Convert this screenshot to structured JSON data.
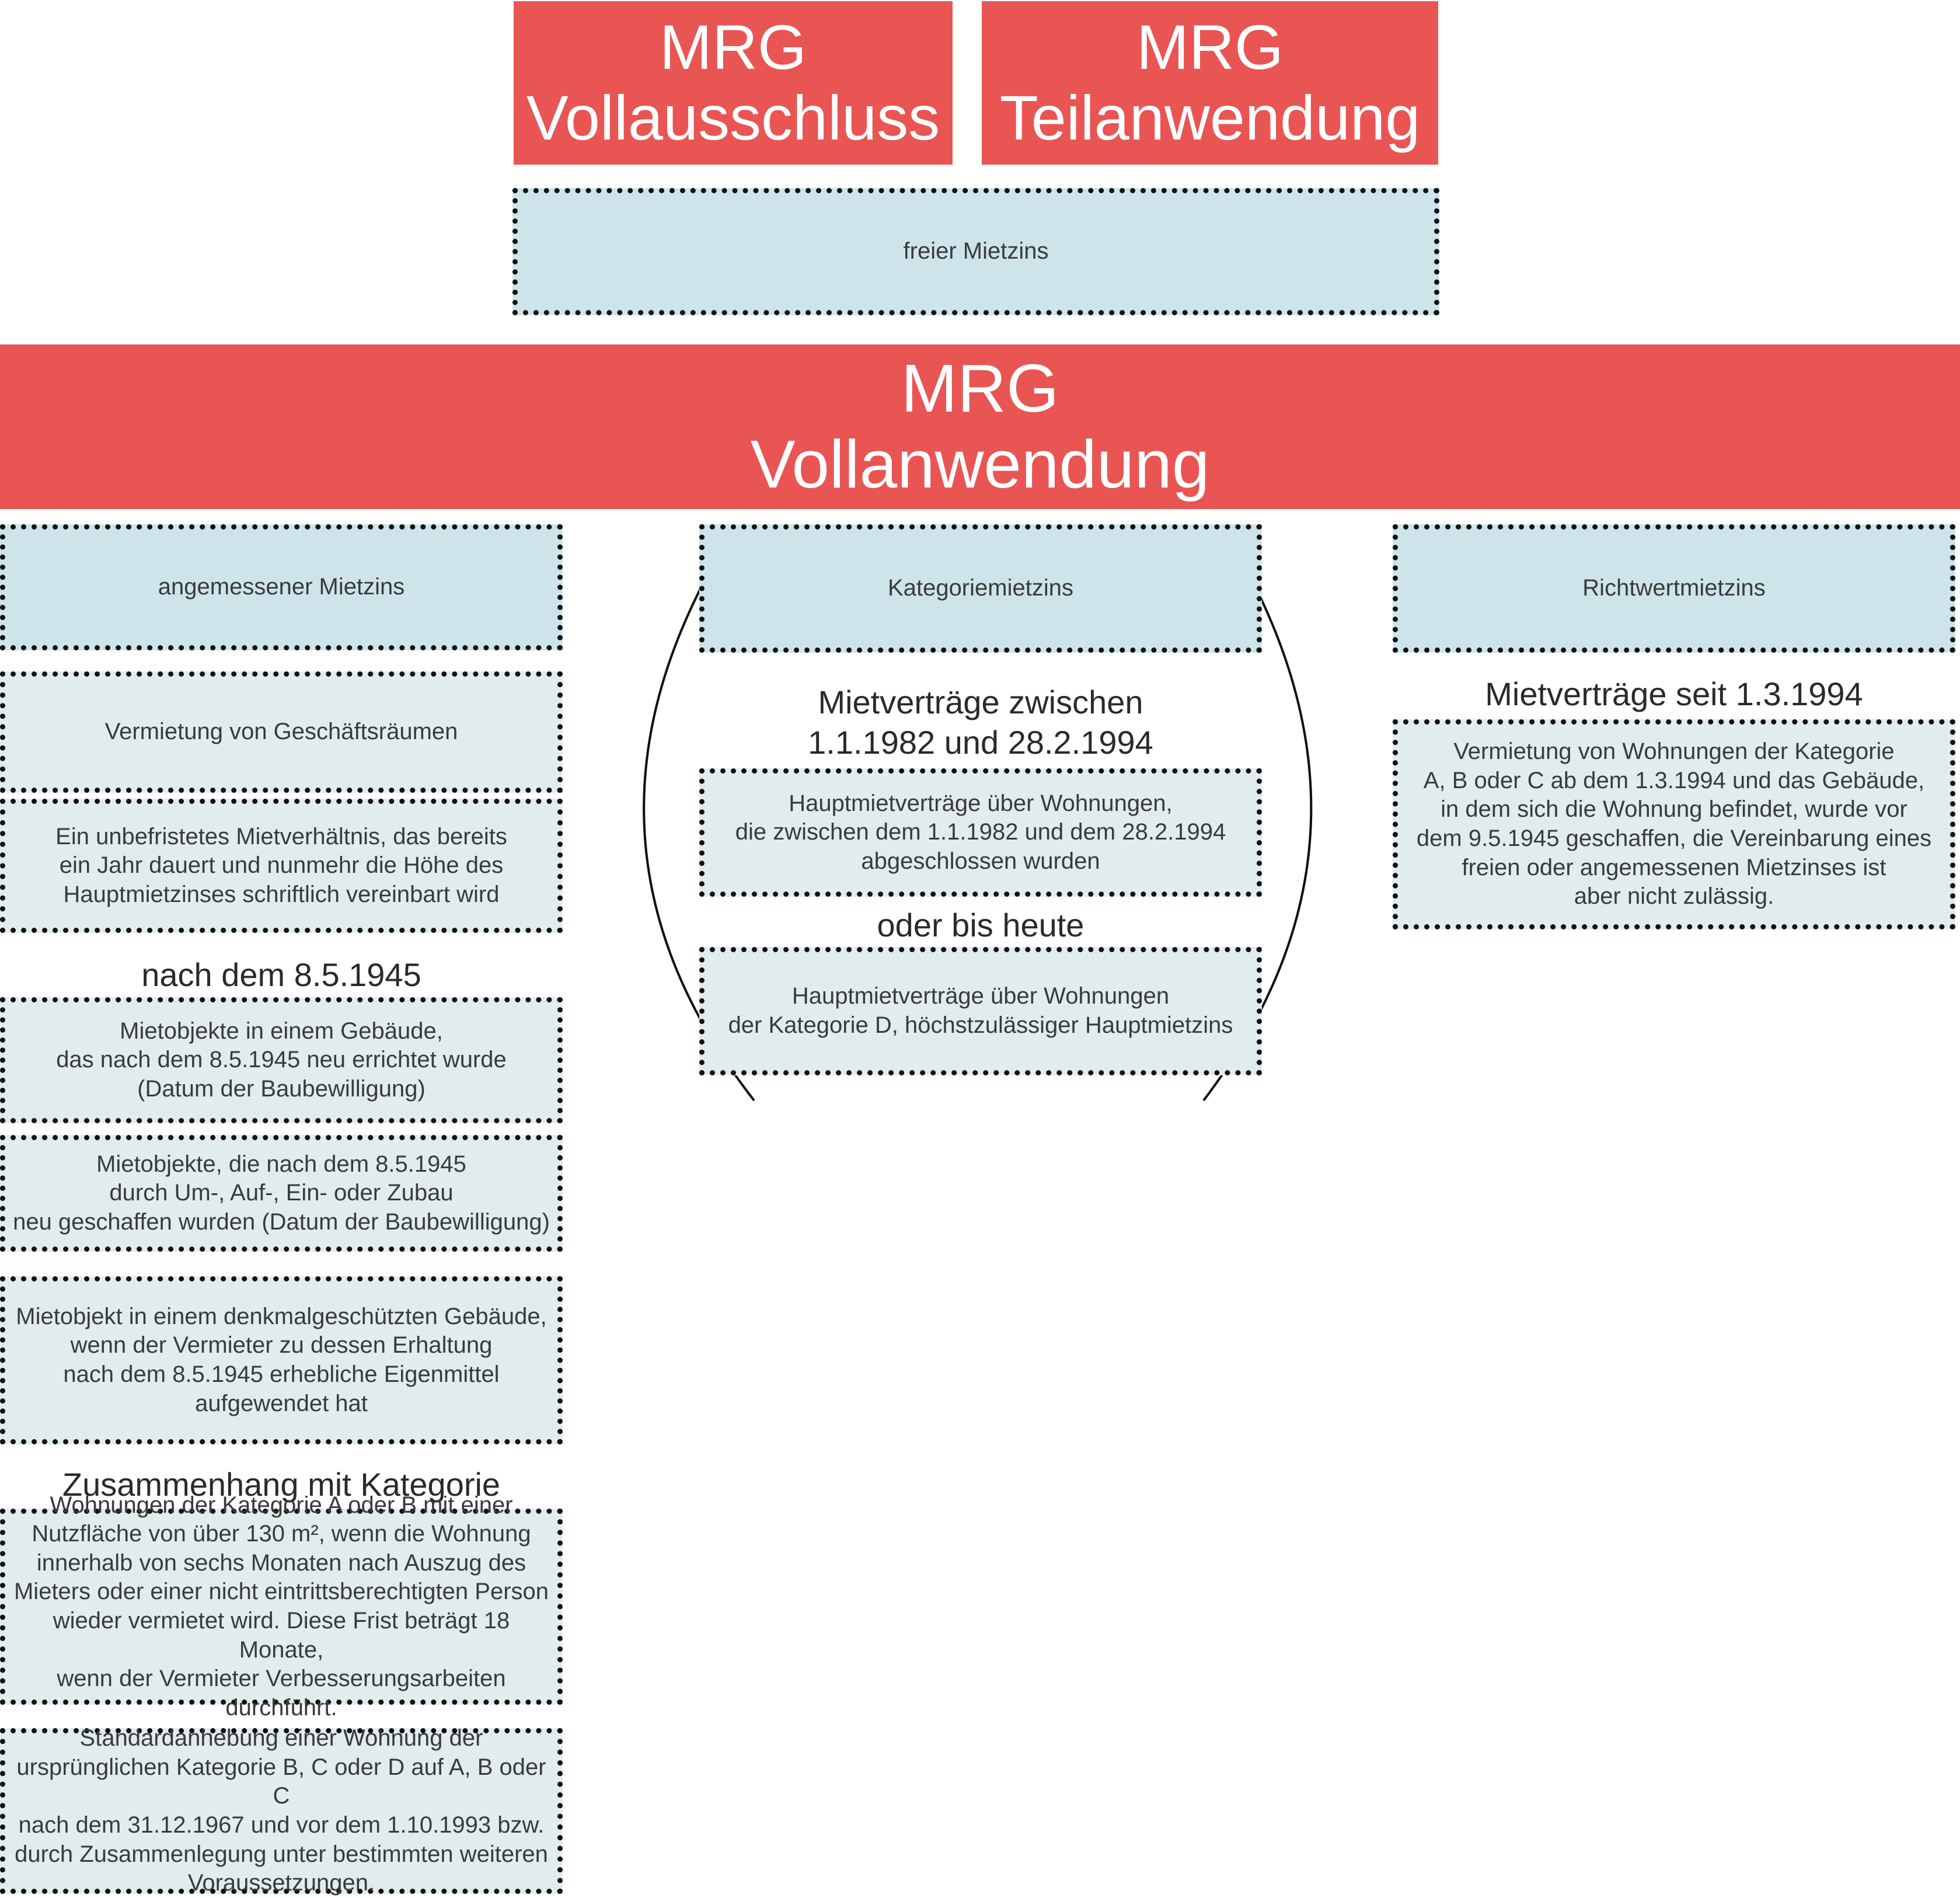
{
  "top_left": {
    "line1": "MRG",
    "line2": "Vollausschluss"
  },
  "top_right": {
    "line1": "MRG",
    "line2": "Teilanwendung"
  },
  "free_rent": "freier Mietzins",
  "main": {
    "line1": "MRG",
    "line2": "Vollanwendung"
  },
  "col_left": {
    "header": "angemessener Mietzins",
    "items": [
      "Vermietung von Geschäftsräumen",
      "Ein unbefristetes Mietverhältnis, das bereits\nein Jahr dauert und nunmehr die Höhe des\nHauptmietzinses schriftlich vereinbart wird"
    ],
    "section1_title": "nach dem 8.5.1945",
    "section1_items": [
      "Mietobjekte in einem Gebäude,\ndas nach dem 8.5.1945 neu errichtet wurde\n(Datum der Baubewilligung)",
      "Mietobjekte, die nach dem 8.5.1945\ndurch Um-, Auf-, Ein- oder Zubau\nneu geschaffen wurden (Datum der Baubewilligung)",
      "Mietobjekt in einem denkmalgeschützten Gebäude,\nwenn der Vermieter zu dessen Erhaltung\nnach dem 8.5.1945 erhebliche Eigenmittel\naufgewendet hat"
    ],
    "section2_title": "Zusammenhang mit Kategorie",
    "section2_items": [
      "Wohnungen der Kategorie A oder B mit einer\nNutzfläche von über 130 m², wenn die Wohnung\ninnerhalb von sechs Monaten nach Auszug des\nMieters oder einer nicht eintrittsberechtigten Person\nwieder vermietet wird. Diese Frist beträgt 18 Monate,\nwenn der Vermieter Verbesserungsarbeiten durchführt.",
      "Standardanhebung einer Wohnung der\nursprünglichen Kategorie B, C oder D auf A, B oder C\nnach dem 31.12.1967 und vor dem 1.10.1993 bzw.\ndurch Zusammenlegung unter bestimmten weiteren\nVoraussetzungen."
    ]
  },
  "col_mid": {
    "header": "Kategoriemietzins",
    "title1": "Mietverträge zwischen\n1.1.1982 und 28.2.1994",
    "item1": "Hauptmietverträge über Wohnungen,\ndie zwischen dem 1.1.1982 und dem 28.2.1994\nabgeschlossen wurden",
    "title2": "oder bis heute",
    "item2": "Hauptmietverträge über Wohnungen\nder Kategorie D, höchstzulässiger Hauptmietzins"
  },
  "col_right": {
    "header": "Richtwertmietzins",
    "title": "Mietverträge seit 1.3.1994",
    "item": "Vermietung von Wohnungen der Kategorie\nA, B oder C ab dem 1.3.1994 und das Gebäude,\nin dem sich die Wohnung befindet, wurde vor\ndem 9.5.1945 geschaffen, die Vereinbarung eines\nfreien oder angemessenen Mietzinses ist\naber nicht zulässig."
  }
}
